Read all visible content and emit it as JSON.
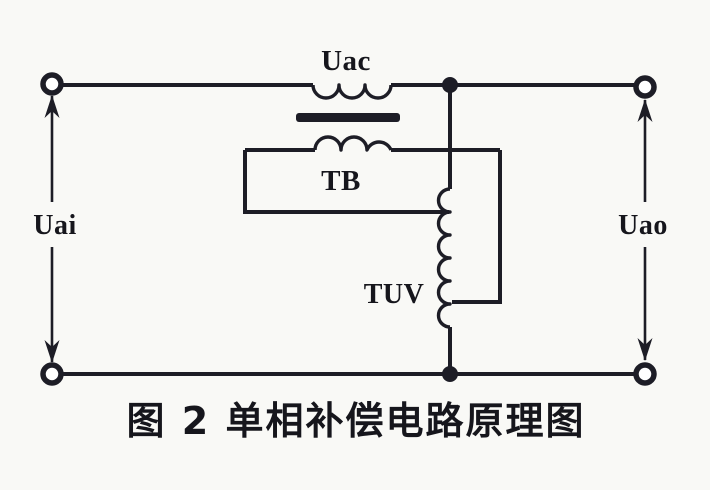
{
  "figure": {
    "caption": "图 2  单相补偿电路原理图",
    "labels": {
      "compensation_voltage": "Uac",
      "transformer_tb": "TB",
      "transformer_tuv": "TUV",
      "input_voltage": "Uai",
      "output_voltage": "Uao"
    },
    "colors": {
      "wire": "#1d1d26",
      "background": "#f9f9f6",
      "text": "#16161c"
    }
  }
}
